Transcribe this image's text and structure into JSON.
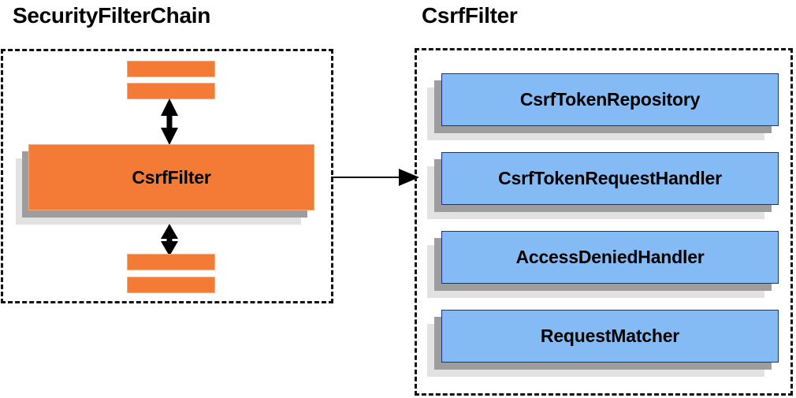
{
  "diagram": {
    "title_left": "SecurityFilterChain",
    "title_right": "CsrfFilter",
    "colors": {
      "orange_fill": "#f47b35",
      "orange_border": "#f7a877",
      "blue_fill": "#85bbf5",
      "blue_border": "#202a9a",
      "shadow_mid": "#9d9d9d",
      "shadow_light": "#e2e2e2",
      "outline": "#111111",
      "text": "#000000"
    }
  },
  "left_panel": {
    "title": "SecurityFilterChain",
    "main_card_label": "CsrfFilter",
    "filter_bars": [
      {
        "name": "filter-bar-top-1"
      },
      {
        "name": "filter-bar-top-2"
      },
      {
        "name": "filter-bar-bottom-1"
      },
      {
        "name": "filter-bar-bottom-2"
      }
    ],
    "connectors": [
      {
        "name": "double-arrow-above-csrf-filter",
        "kind": "double-headed-vertical-arrow"
      },
      {
        "name": "double-arrow-below-csrf-filter",
        "kind": "double-headed-vertical-arrow"
      }
    ]
  },
  "connector": {
    "name": "arrow-securityfilterchain-to-csrffilter",
    "kind": "single-headed-horizontal-arrow"
  },
  "right_panel": {
    "title": "CsrfFilter",
    "collaborators": [
      {
        "label": "CsrfTokenRepository"
      },
      {
        "label": "CsrfTokenRequestHandler"
      },
      {
        "label": "AccessDeniedHandler"
      },
      {
        "label": "RequestMatcher"
      }
    ]
  }
}
